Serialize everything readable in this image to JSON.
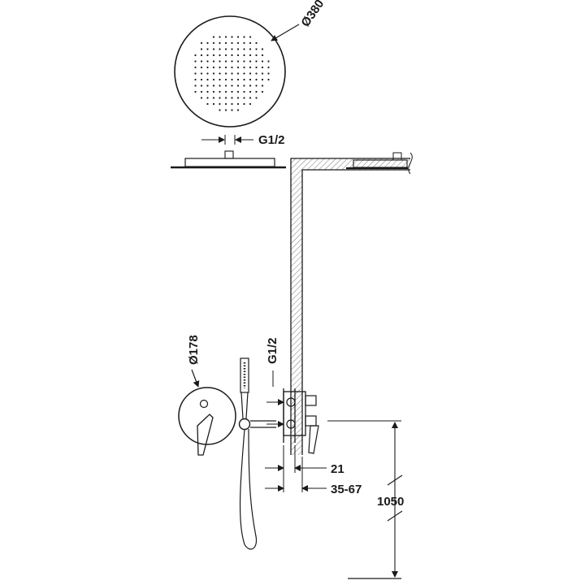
{
  "labels": {
    "head_diameter": "Ø380",
    "head_thread": "G1/2",
    "plate_diameter": "Ø178",
    "valve_thread": "G1/2",
    "depth_min": "21",
    "depth_range": "35-67",
    "height": "1050"
  }
}
